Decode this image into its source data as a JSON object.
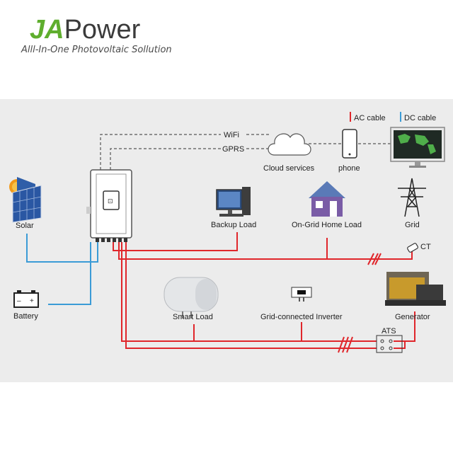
{
  "header": {
    "brand_ja": "JA",
    "brand_power": "Power",
    "tagline": "Alll-In-One Photovoltaic Sollution"
  },
  "legend": {
    "ac": "AC cable",
    "dc": "DC cable"
  },
  "colors": {
    "ac_cable": "#e0262b",
    "dc_cable": "#3b9bd6",
    "comm_line": "#555555",
    "brand_green": "#5fae2e"
  },
  "labels": {
    "wifi": "WiFi",
    "gprs": "GPRS",
    "cloud": "Cloud services",
    "phone": "phone",
    "solar": "Solar",
    "battery": "Battery",
    "backup": "Backup Load",
    "ongrid": "On-Grid Home Load",
    "grid": "Grid",
    "ct": "CT",
    "smart": "Smart Load",
    "gridinv": "Grid-connected Inverter",
    "generator": "Generator",
    "ats": "ATS"
  }
}
